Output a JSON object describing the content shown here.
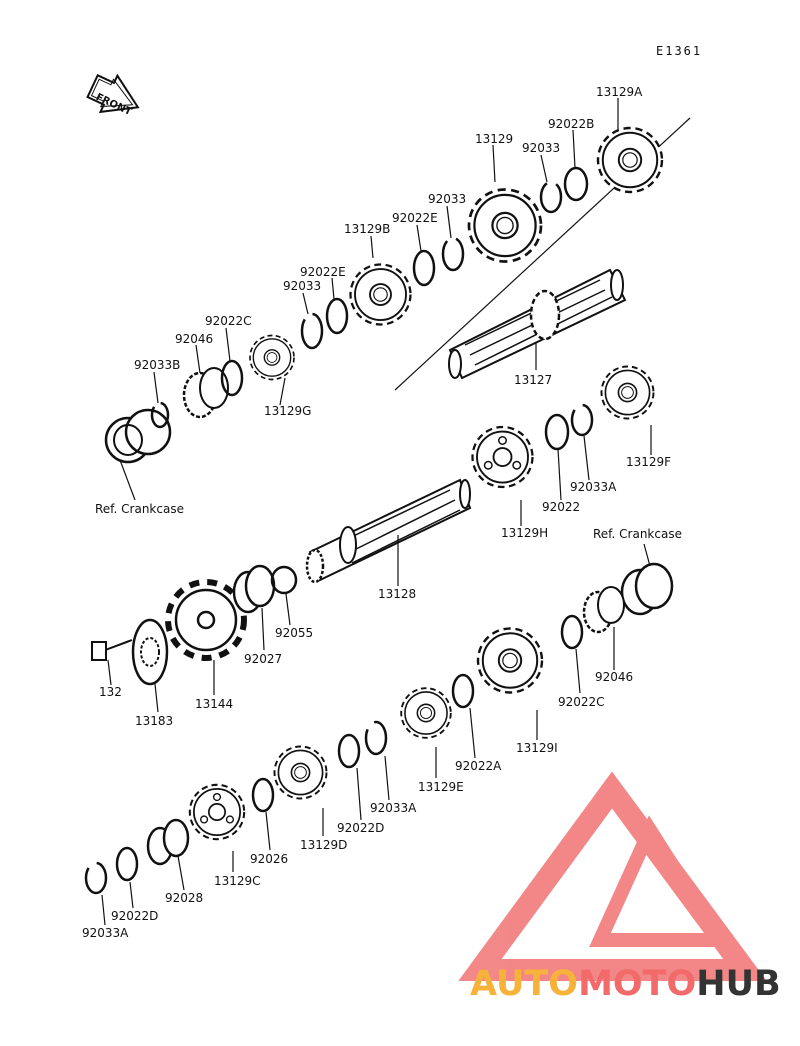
{
  "diagram_code": "E1361",
  "front_label": "FRONT",
  "watermark": {
    "part1": "AUTO",
    "part2": "MOTO",
    "part3": "HUB",
    "color_1": "#f7b23a",
    "color_2": "#f26a6a",
    "color_3": "#333333"
  },
  "parts": {
    "p13129A": "13129A",
    "p92022B": "92022B",
    "p92033_top": "92033",
    "p13129": "13129",
    "p92033_mid": "92033",
    "p92022E_1": "92022E",
    "p13129B": "13129B",
    "p92022E_2": "92022E",
    "p92033_low": "92033",
    "p92022C_top": "92022C",
    "p92046_top": "92046",
    "p92033B": "92033B",
    "p13129G": "13129G",
    "p13127": "13127",
    "ref_crankcase_left": "Ref. Crankcase",
    "p13129F": "13129F",
    "p92033A_1": "92033A",
    "p92022": "92022",
    "p13129H": "13129H",
    "ref_crankcase_right": "Ref. Crankcase",
    "p13128": "13128",
    "p92055": "92055",
    "p92027": "92027",
    "p13144": "13144",
    "p13183": "13183",
    "p132": "132",
    "p92046_bot": "92046",
    "p92022C_bot": "92022C",
    "p13129I": "13129I",
    "p92022A": "92022A",
    "p13129E": "13129E",
    "p92033A_2": "92033A",
    "p92022D_1": "92022D",
    "p13129D": "13129D",
    "p92026": "92026",
    "p13129C": "13129C",
    "p92028": "92028",
    "p92022D_2": "92022D",
    "p92033A_3": "92033A"
  }
}
